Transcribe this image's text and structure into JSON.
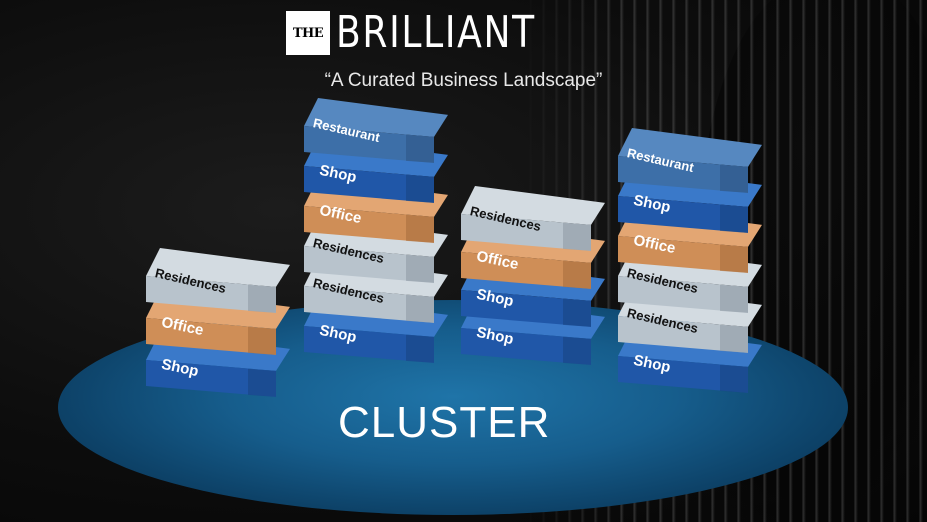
{
  "brand": {
    "logo_box": "THE",
    "logo_text": "BRILLIANT"
  },
  "tagline": "“A Curated Business Landscape”",
  "ground_label": "CLUSTER",
  "colors": {
    "shop": "#2057a8",
    "office": "#cf8e57",
    "residences": "#b8c3cc",
    "restaurant": "#3d6fa8",
    "ground": "#165d8c"
  },
  "stacks": [
    {
      "blocks": [
        {
          "type": "shop",
          "label": "Shop"
        },
        {
          "type": "office",
          "label": "Office"
        },
        {
          "type": "residences",
          "label": "Residences"
        }
      ]
    },
    {
      "blocks": [
        {
          "type": "shop",
          "label": "Shop"
        },
        {
          "type": "residences",
          "label": "Residences"
        },
        {
          "type": "residences",
          "label": "Residences"
        },
        {
          "type": "office",
          "label": "Office"
        },
        {
          "type": "shop",
          "label": "Shop"
        },
        {
          "type": "restaurant",
          "label": "Restaurant"
        }
      ]
    },
    {
      "blocks": [
        {
          "type": "shop",
          "label": "Shop"
        },
        {
          "type": "shop",
          "label": "Shop"
        },
        {
          "type": "office",
          "label": "Office"
        },
        {
          "type": "residences",
          "label": "Residences"
        }
      ]
    },
    {
      "blocks": [
        {
          "type": "shop",
          "label": "Shop"
        },
        {
          "type": "residences",
          "label": "Residences"
        },
        {
          "type": "residences",
          "label": "Residences"
        },
        {
          "type": "office",
          "label": "Office"
        },
        {
          "type": "shop",
          "label": "Shop"
        },
        {
          "type": "restaurant",
          "label": "Restaurant"
        }
      ]
    }
  ]
}
